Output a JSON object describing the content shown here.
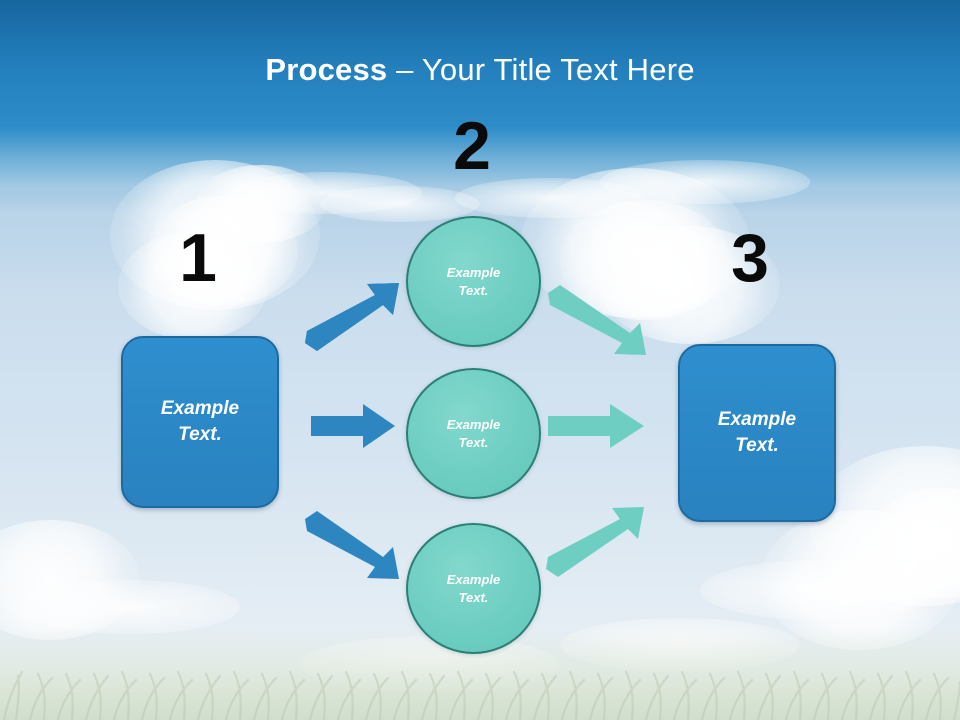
{
  "slide": {
    "title": {
      "strong": "Process",
      "rest": " – Your Title Text Here"
    },
    "background": {
      "sky_top_color": "#17669f",
      "sky_band_color": "#2d8cc8",
      "sky_light_color": "#cfe0ee",
      "grass_color": "#d6e2d0"
    },
    "colors": {
      "box_fill": "#2b87c6",
      "box_border": "#1d6a9e",
      "circle_fill": "#6ecec2",
      "circle_border": "#2b7f76",
      "arrow_blue": "#2e86c1",
      "arrow_teal": "#6ecec2",
      "number_color": "#0a0a0a",
      "title_color": "#ffffff"
    },
    "steps": [
      {
        "number": "1",
        "name": "input-stage"
      },
      {
        "number": "2",
        "name": "process-stage"
      },
      {
        "number": "3",
        "name": "output-stage"
      }
    ],
    "boxes": [
      {
        "id": "left",
        "line1": "Example",
        "line2": "Text."
      },
      {
        "id": "right",
        "line1": "Example",
        "line2": "Text."
      }
    ],
    "circles": [
      {
        "id": "top",
        "line1": "Example",
        "line2": "Text."
      },
      {
        "id": "middle",
        "line1": "Example",
        "line2": "Text."
      },
      {
        "id": "bottom",
        "line1": "Example",
        "line2": "Text."
      }
    ],
    "arrows": [
      {
        "id": "left-up",
        "color": "#2e86c1",
        "direction": "up-right"
      },
      {
        "id": "left-middle",
        "color": "#2e86c1",
        "direction": "right"
      },
      {
        "id": "left-down",
        "color": "#2e86c1",
        "direction": "down-right"
      },
      {
        "id": "right-down",
        "color": "#6ecec2",
        "direction": "down-right"
      },
      {
        "id": "right-middle",
        "color": "#6ecec2",
        "direction": "right"
      },
      {
        "id": "right-up",
        "color": "#6ecec2",
        "direction": "up-right"
      }
    ]
  }
}
